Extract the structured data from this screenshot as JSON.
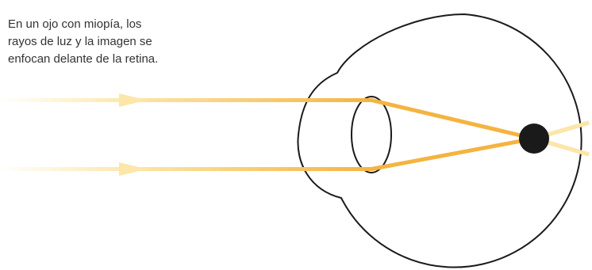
{
  "caption": {
    "lines": [
      "En un ojo con miopía, los",
      "rayos de luz y la imagen se",
      "enfocan delante de la retina."
    ]
  },
  "colors": {
    "ray": "#F5B340",
    "ray_faded": "#FCE6A8",
    "outline": "#1a1a1a",
    "focal_point": "#1a1a1a",
    "background": "#ffffff",
    "text": "#333333"
  }
}
